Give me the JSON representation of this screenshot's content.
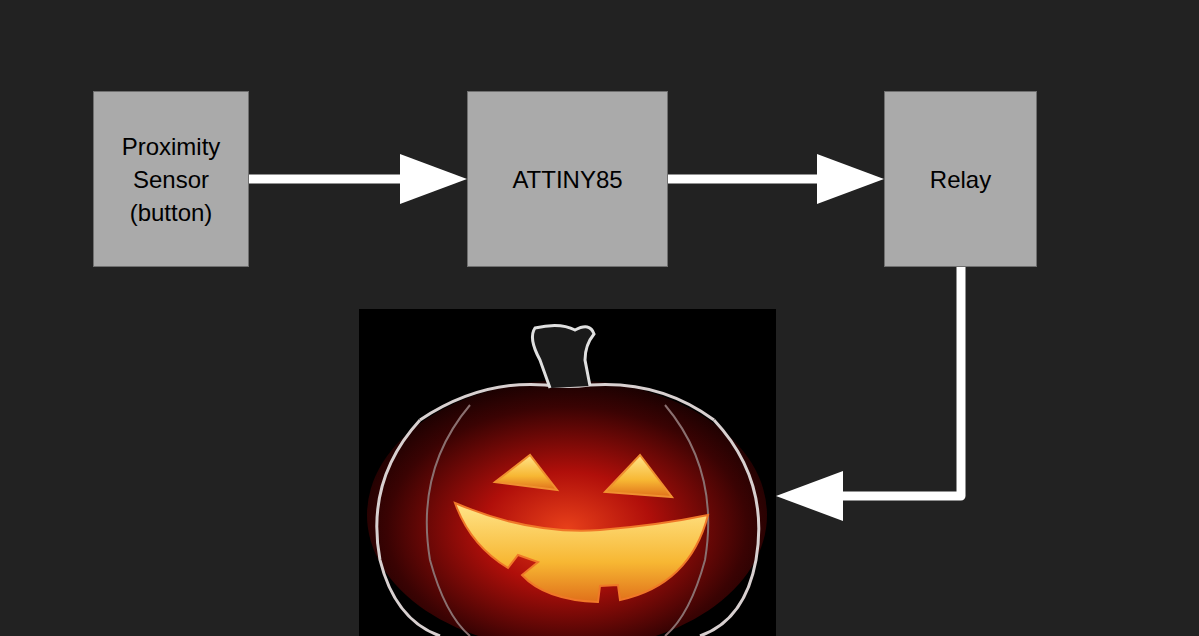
{
  "diagram": {
    "nodes": [
      {
        "text": [
          "Proximity Sensor (button)"
        ]
      },
      {
        "text": [
          "ATTINY85"
        ]
      },
      {
        "text": [
          "Relay"
        ]
      }
    ],
    "edges": [
      {
        "from": 0,
        "to": 1,
        "arrow": "to"
      },
      {
        "from": 1,
        "to": 2,
        "arrow": "to"
      }
    ]
  }
}
